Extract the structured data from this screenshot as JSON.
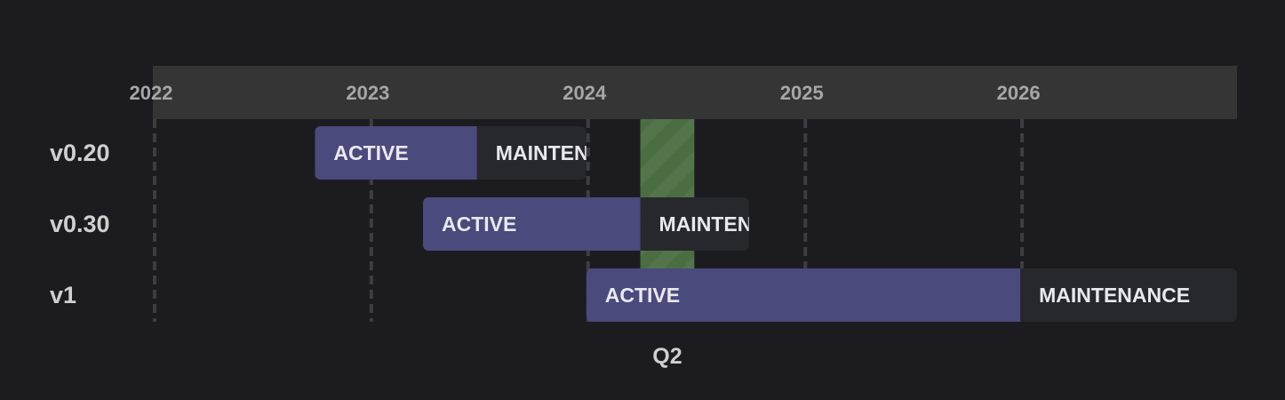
{
  "chart_data": {
    "type": "gantt",
    "title": "",
    "xlabel": "",
    "ylabel": "",
    "x_axis": {
      "type": "date",
      "min": "2022-01-01",
      "max": "2027-01-01",
      "tick_labels": [
        "2022",
        "2023",
        "2024",
        "2025",
        "2026"
      ],
      "ticks": [
        "2022-01-01",
        "2023-01-01",
        "2024-01-01",
        "2025-01-01",
        "2026-01-01"
      ],
      "grid": true,
      "grid_style": "dashed"
    },
    "highlight": {
      "label": "Q2",
      "start": "2024-04-01",
      "end": "2024-07-01",
      "color": "#4b6d42"
    },
    "rows": [
      {
        "label": "v0.20",
        "phases": [
          {
            "label": "ACTIVE",
            "start": "2022-10-01",
            "end": "2023-07-01",
            "color": "#4a4a7c"
          },
          {
            "label": "MAINTENANCE",
            "start": "2023-07-01",
            "end": "2024-01-01",
            "color": "#27272e"
          }
        ]
      },
      {
        "label": "v0.30",
        "phases": [
          {
            "label": "ACTIVE",
            "start": "2023-04-01",
            "end": "2024-04-01",
            "color": "#4a4a7c"
          },
          {
            "label": "MAINTENANCE",
            "start": "2024-04-01",
            "end": "2024-10-01",
            "color": "#27272e"
          }
        ]
      },
      {
        "label": "v1",
        "phases": [
          {
            "label": "ACTIVE",
            "start": "2024-01-01",
            "end": "2026-01-01",
            "color": "#4a4a7c"
          },
          {
            "label": "MAINTENANCE",
            "start": "2026-01-01",
            "end": "2027-01-01",
            "color": "#27272e"
          }
        ]
      }
    ]
  },
  "colors": {
    "background": "#1c1b20",
    "header_band": "#353535",
    "grid": "#3d3d42",
    "axis_text": "#a6a6a6",
    "row_label": "#cfcfcf",
    "bar_text": "#e8e8ee"
  }
}
